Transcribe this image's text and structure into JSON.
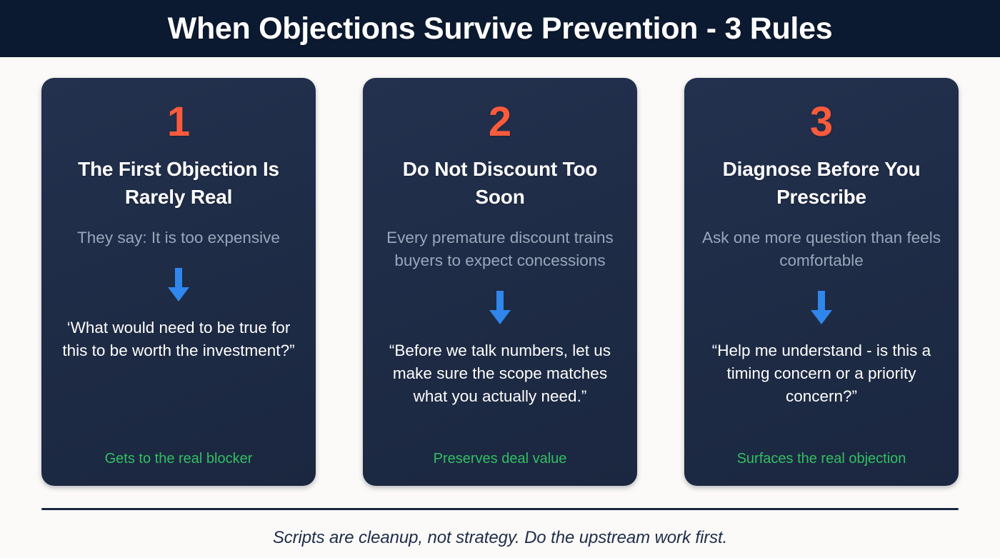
{
  "header": {
    "title": "When Objections Survive Prevention - 3 Rules",
    "background_color": "#0c1a31",
    "title_color": "#ffffff"
  },
  "theme": {
    "page_background": "#fbfaf8",
    "card_background": "#1e2b45",
    "number_accent": "#fb5b3c",
    "arrow_color": "#2f86eb",
    "outcome_color": "#32bf62",
    "subtitle_color": "#9aa6ba",
    "quote_color": "#ffffff",
    "footer_color": "#1f2d4a"
  },
  "cards": [
    {
      "number": "1",
      "heading": "The First Objection Is Rarely Real",
      "subtitle": "They say: It is too expensive",
      "arrow_icon": "arrow-down-icon",
      "quote": "‘What would need to be true for this to be worth the investment?”",
      "outcome": "Gets to the real blocker"
    },
    {
      "number": "2",
      "heading": "Do Not Discount Too Soon",
      "subtitle": "Every premature discount trains buyers to expect concessions",
      "arrow_icon": "arrow-down-icon",
      "quote": "“Before we talk numbers, let us make sure the scope matches what you actually need.”",
      "outcome": "Preserves deal value"
    },
    {
      "number": "3",
      "heading": "Diagnose Before You Prescribe",
      "subtitle": "Ask one more question than feels comfortable",
      "arrow_icon": "arrow-down-icon",
      "quote": "“Help me understand - is this a timing concern or a priority concern?”",
      "outcome": "Surfaces the real objection"
    }
  ],
  "footer": {
    "note": "Scripts are cleanup, not strategy. Do the upstream work first."
  }
}
